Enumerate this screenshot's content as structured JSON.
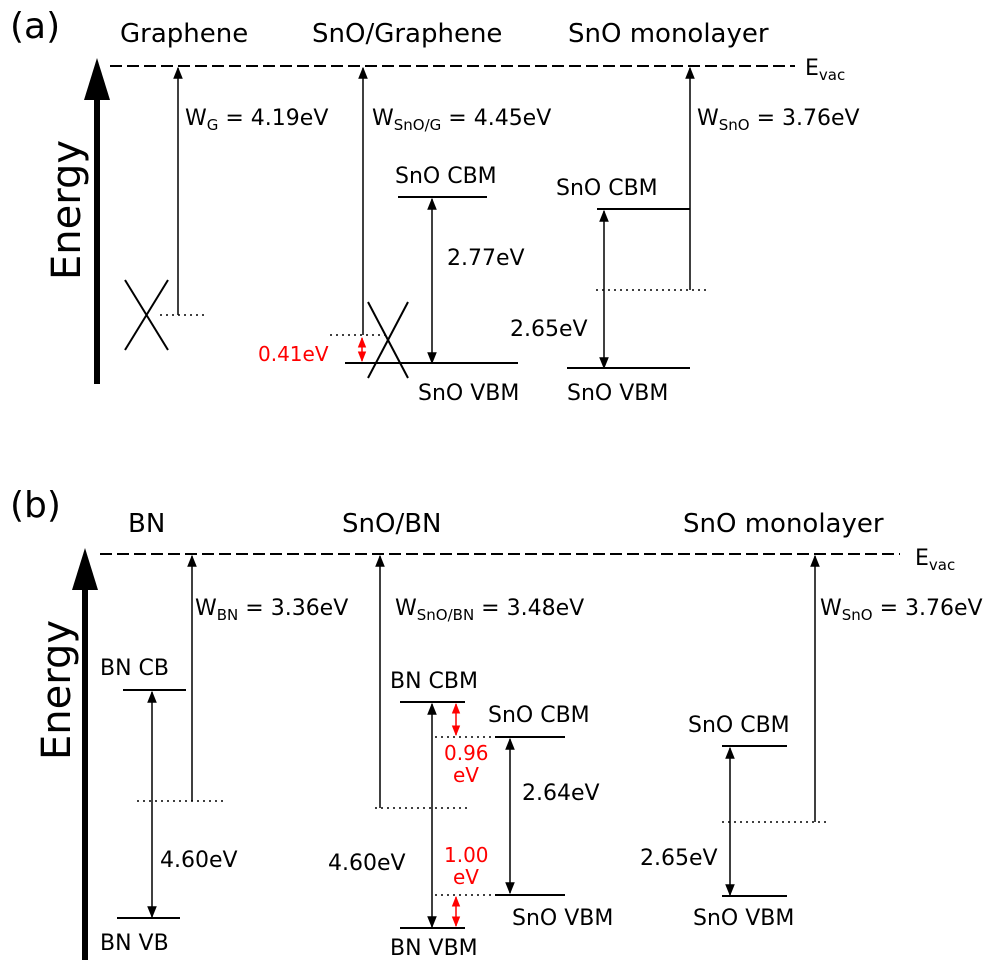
{
  "panel_a": {
    "label": "(a)",
    "axis_label": "Energy",
    "col_graphene": "Graphene",
    "col_sno_graphene": "SnO/Graphene",
    "col_sno_mono": "SnO monolayer",
    "evac_main": "E",
    "evac_sub": "vac",
    "wg_main": "W",
    "wg_sub": "G",
    "wg_value": " = 4.19eV",
    "wsnog_main": "W",
    "wsnog_sub": "SnO/G",
    "wsnog_value": " = 4.45eV",
    "wsno_main": "W",
    "wsno_sub": "SnO",
    "wsno_value": " = 3.76eV",
    "cbm_mid": "SnO CBM",
    "cbm_right": "SnO CBM",
    "gap_mid": "2.77eV",
    "gap_right": "2.65eV",
    "offset_red": "0.41eV",
    "vbm_mid": "SnO VBM",
    "vbm_right": "SnO VBM"
  },
  "panel_b": {
    "label": "(b)",
    "axis_label": "Energy",
    "col_bn": "BN",
    "col_sno_bn": "SnO/BN",
    "col_sno_mono": "SnO monolayer",
    "evac_main": "E",
    "evac_sub": "vac",
    "wbn_main": "W",
    "wbn_sub": "BN",
    "wbn_value": " = 3.36eV",
    "wsnobn_main": "W",
    "wsnobn_sub": "SnO/BN",
    "wsnobn_value": " = 3.48eV",
    "wsno_main": "W",
    "wsno_sub": "SnO",
    "wsno_value": " = 3.76eV",
    "bn_cb": "BN CB",
    "bn_vb": "BN VB",
    "gap_bn": "4.60eV",
    "bn_cbm": "BN CBM",
    "bn_vbm": "BN VBM",
    "sno_cbm_mid": "SnO CBM",
    "sno_vbm_mid": "SnO VBM",
    "gap_bn_mid": "4.60eV",
    "gap_sno_mid": "2.64eV",
    "offset_top_1": "0.96",
    "offset_top_2": "eV",
    "offset_bot_1": "1.00",
    "offset_bot_2": "eV",
    "sno_cbm_right": "SnO CBM",
    "sno_vbm_right": "SnO VBM",
    "gap_right": "2.65eV"
  }
}
